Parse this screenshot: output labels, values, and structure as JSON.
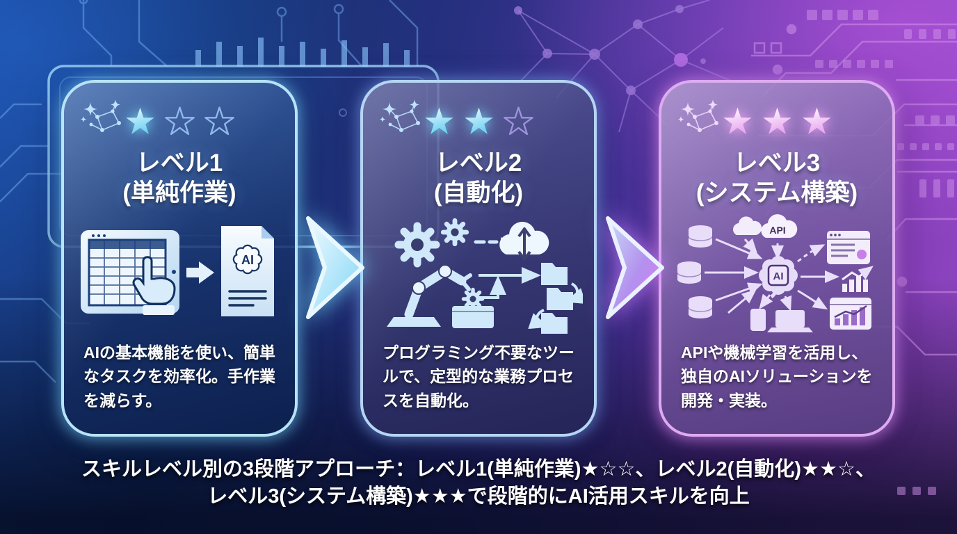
{
  "cards": [
    {
      "level": "レベル1",
      "category": "(単純作業)",
      "stars_filled": 1,
      "stars_total": 3,
      "description": "AIの基本機能を使い、簡単なタスクを効率化。手作業を減らす。",
      "ai_label": "AI",
      "icons": [
        "constellation-icon",
        "tablet-spreadsheet-icon",
        "hand-pointer-icon",
        "arrow-right-icon",
        "ai-document-icon"
      ],
      "accent_color": "#b7e3f8"
    },
    {
      "level": "レベル2",
      "category": "(自動化)",
      "stars_filled": 2,
      "stars_total": 3,
      "description": "プログラミング不要なツールで、定型的な業務プロセスを自動化。",
      "icons": [
        "constellation-icon",
        "gears-icon",
        "robot-arm-icon",
        "cloud-upload-icon",
        "folders-workflow-icon"
      ],
      "accent_color": "#b5d5f4"
    },
    {
      "level": "レベル3",
      "category": "(システム構築)",
      "stars_filled": 3,
      "stars_total": 3,
      "description": "APIや機械学習を活用し、独自のAIソリューションを開発・実装。",
      "ai_label": "AI",
      "api_label": "API",
      "icons": [
        "constellation-icon",
        "database-icon",
        "cloud-icon",
        "api-cloud-icon",
        "ai-brain-chip-icon",
        "browser-window-icon",
        "bar-chart-icon",
        "chart-window-icon",
        "smartphone-icon",
        "laptop-icon"
      ],
      "accent_color": "#ddabf1"
    }
  ],
  "caption": {
    "line1": "スキルレベル別の3段階アプローチ：レベル1(単純作業)★☆☆、レベル2(自動化)★★☆、",
    "line2": "レベル3(システム構築)★★★で段階的にAI活用スキルを向上"
  },
  "colors": {
    "background_blue": "#163473",
    "background_purple": "#9347c3",
    "star_cyan": "#6fd2f2",
    "star_pink": "#e9a9f0",
    "arrow1_gradient": [
      "#eef9ff",
      "#86d8f6"
    ],
    "arrow2_gradient": [
      "#c9d9f8",
      "#df7df0"
    ]
  }
}
